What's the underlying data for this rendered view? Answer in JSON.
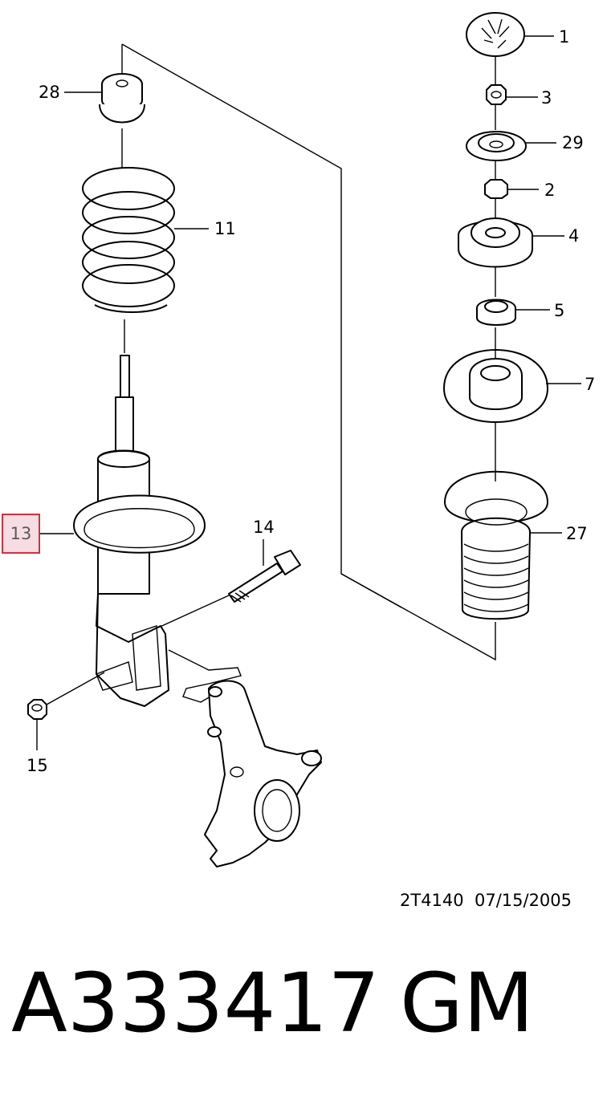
{
  "callouts": {
    "c1": "1",
    "c3": "3",
    "c29": "29",
    "c2": "2",
    "c4": "4",
    "c5": "5",
    "c7": "7",
    "c27": "27",
    "c28": "28",
    "c11": "11",
    "c14": "14",
    "c15": "15",
    "c13": "13"
  },
  "highlighted_callout": "13",
  "highlight_colors": {
    "fill": "#f7dde3",
    "border": "#d2303d"
  },
  "drawing_code": "2T4140  07/15/2005",
  "part_number": "A333417",
  "brand": "GM"
}
